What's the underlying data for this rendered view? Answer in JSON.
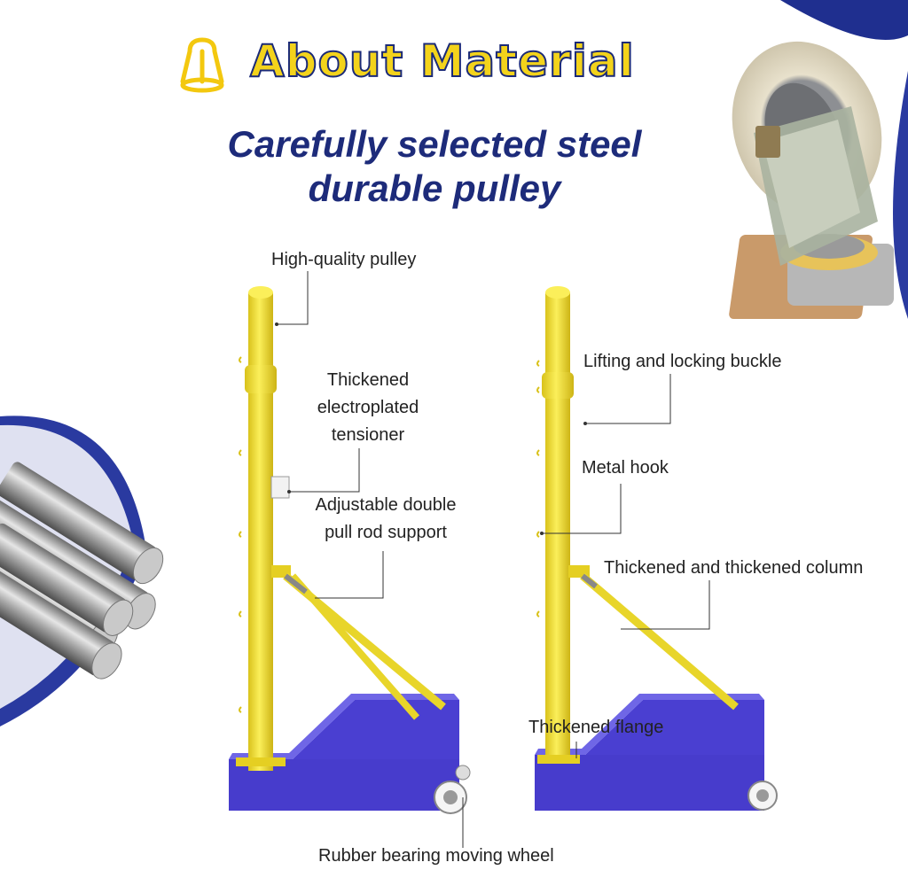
{
  "header": {
    "title": "About Material",
    "subtitle_line1": "Carefully selected steel",
    "subtitle_line2": "durable pulley",
    "icon": "pulley-icon"
  },
  "left_labels": {
    "pulley": "High-quality pulley",
    "tensioner_l1": "Thickened",
    "tensioner_l2": "electroplated",
    "tensioner_l3": "tensioner",
    "rod_l1": "Adjustable double",
    "rod_l2": "pull rod support",
    "wheel": "Rubber bearing moving wheel"
  },
  "right_labels": {
    "buckle": "Lifting and locking buckle",
    "hook": "Metal hook",
    "column": "Thickened and thickened column",
    "flange": "Thickened flange"
  },
  "colors": {
    "accent_yellow": "#f3d31b",
    "navy": "#1d2b7a",
    "base_blue": "#4a3fd1",
    "pole_yellow": "#f4e23a"
  }
}
